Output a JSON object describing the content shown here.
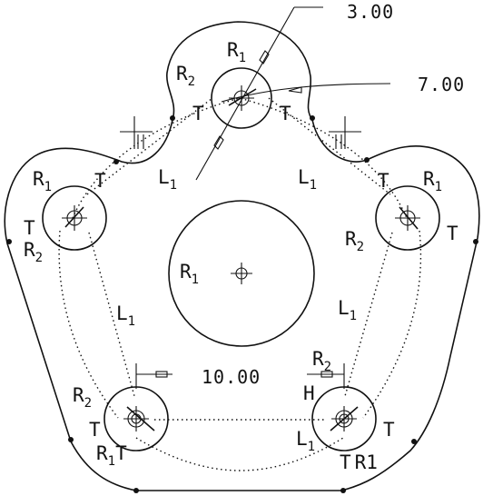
{
  "dimensions": {
    "top": "3.00",
    "right": "7.00",
    "center": "10.00"
  },
  "labels": [
    {
      "id": "r1-top",
      "sym": "R",
      "sub": "1"
    },
    {
      "id": "r2-top",
      "sym": "R",
      "sub": "2"
    },
    {
      "id": "t-top-left",
      "sym": "T",
      "sub": ""
    },
    {
      "id": "t-top-right",
      "sym": "T",
      "sub": ""
    },
    {
      "id": "l1-top-left",
      "sym": "L",
      "sub": "1"
    },
    {
      "id": "l1-top-right",
      "sym": "L",
      "sub": "1"
    },
    {
      "id": "r1-left",
      "sym": "R",
      "sub": "1"
    },
    {
      "id": "t-left-top",
      "sym": "T",
      "sub": ""
    },
    {
      "id": "t-left-edge",
      "sym": "T",
      "sub": ""
    },
    {
      "id": "r2-left",
      "sym": "R",
      "sub": "2"
    },
    {
      "id": "t-right-top",
      "sym": "T",
      "sub": ""
    },
    {
      "id": "r1-right",
      "sym": "R",
      "sub": "1"
    },
    {
      "id": "r2-right",
      "sym": "R",
      "sub": "2"
    },
    {
      "id": "t-right-edge",
      "sym": "T",
      "sub": ""
    },
    {
      "id": "r1-center",
      "sym": "R",
      "sub": "1"
    },
    {
      "id": "l1-left",
      "sym": "L",
      "sub": "1"
    },
    {
      "id": "l1-right",
      "sym": "L",
      "sub": "1"
    },
    {
      "id": "r2-bottom-left",
      "sym": "R",
      "sub": "2"
    },
    {
      "id": "t-bottom-left-side",
      "sym": "T",
      "sub": ""
    },
    {
      "id": "r1t-bottom-left",
      "sym": "R",
      "sub": "1",
      "suffix": "T"
    },
    {
      "id": "r2-bottom-right",
      "sym": "R",
      "sub": "2"
    },
    {
      "id": "h-bottom-right",
      "sym": "H",
      "sub": ""
    },
    {
      "id": "l1-bottom",
      "sym": "L",
      "sub": "1"
    },
    {
      "id": "t-bottom-right-side",
      "sym": "T",
      "sub": ""
    },
    {
      "id": "tr1-bottom-right",
      "sym": "T",
      "sub": "",
      "suffix": "R1"
    }
  ]
}
